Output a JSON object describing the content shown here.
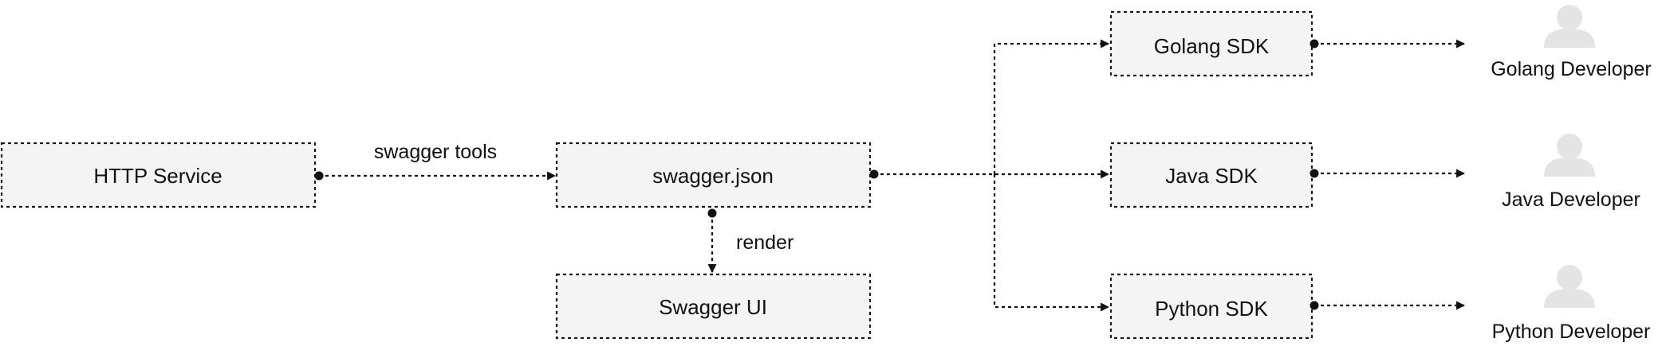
{
  "nodes": {
    "http_service": "HTTP Service",
    "swagger_json": "swagger.json",
    "swagger_ui": "Swagger UI",
    "golang_sdk": "Golang SDK",
    "java_sdk": "Java SDK",
    "python_sdk": "Python SDK"
  },
  "edge_labels": {
    "swagger_tools": "swagger tools",
    "render": "render"
  },
  "developers": {
    "golang": "Golang Developer",
    "java": "Java Developer",
    "python": "Python Developer"
  },
  "icons": {
    "developer": "person-icon"
  },
  "colors": {
    "box_fill": "#f4f4f4",
    "line": "#111111",
    "person_icon": "#e4e4e4"
  }
}
